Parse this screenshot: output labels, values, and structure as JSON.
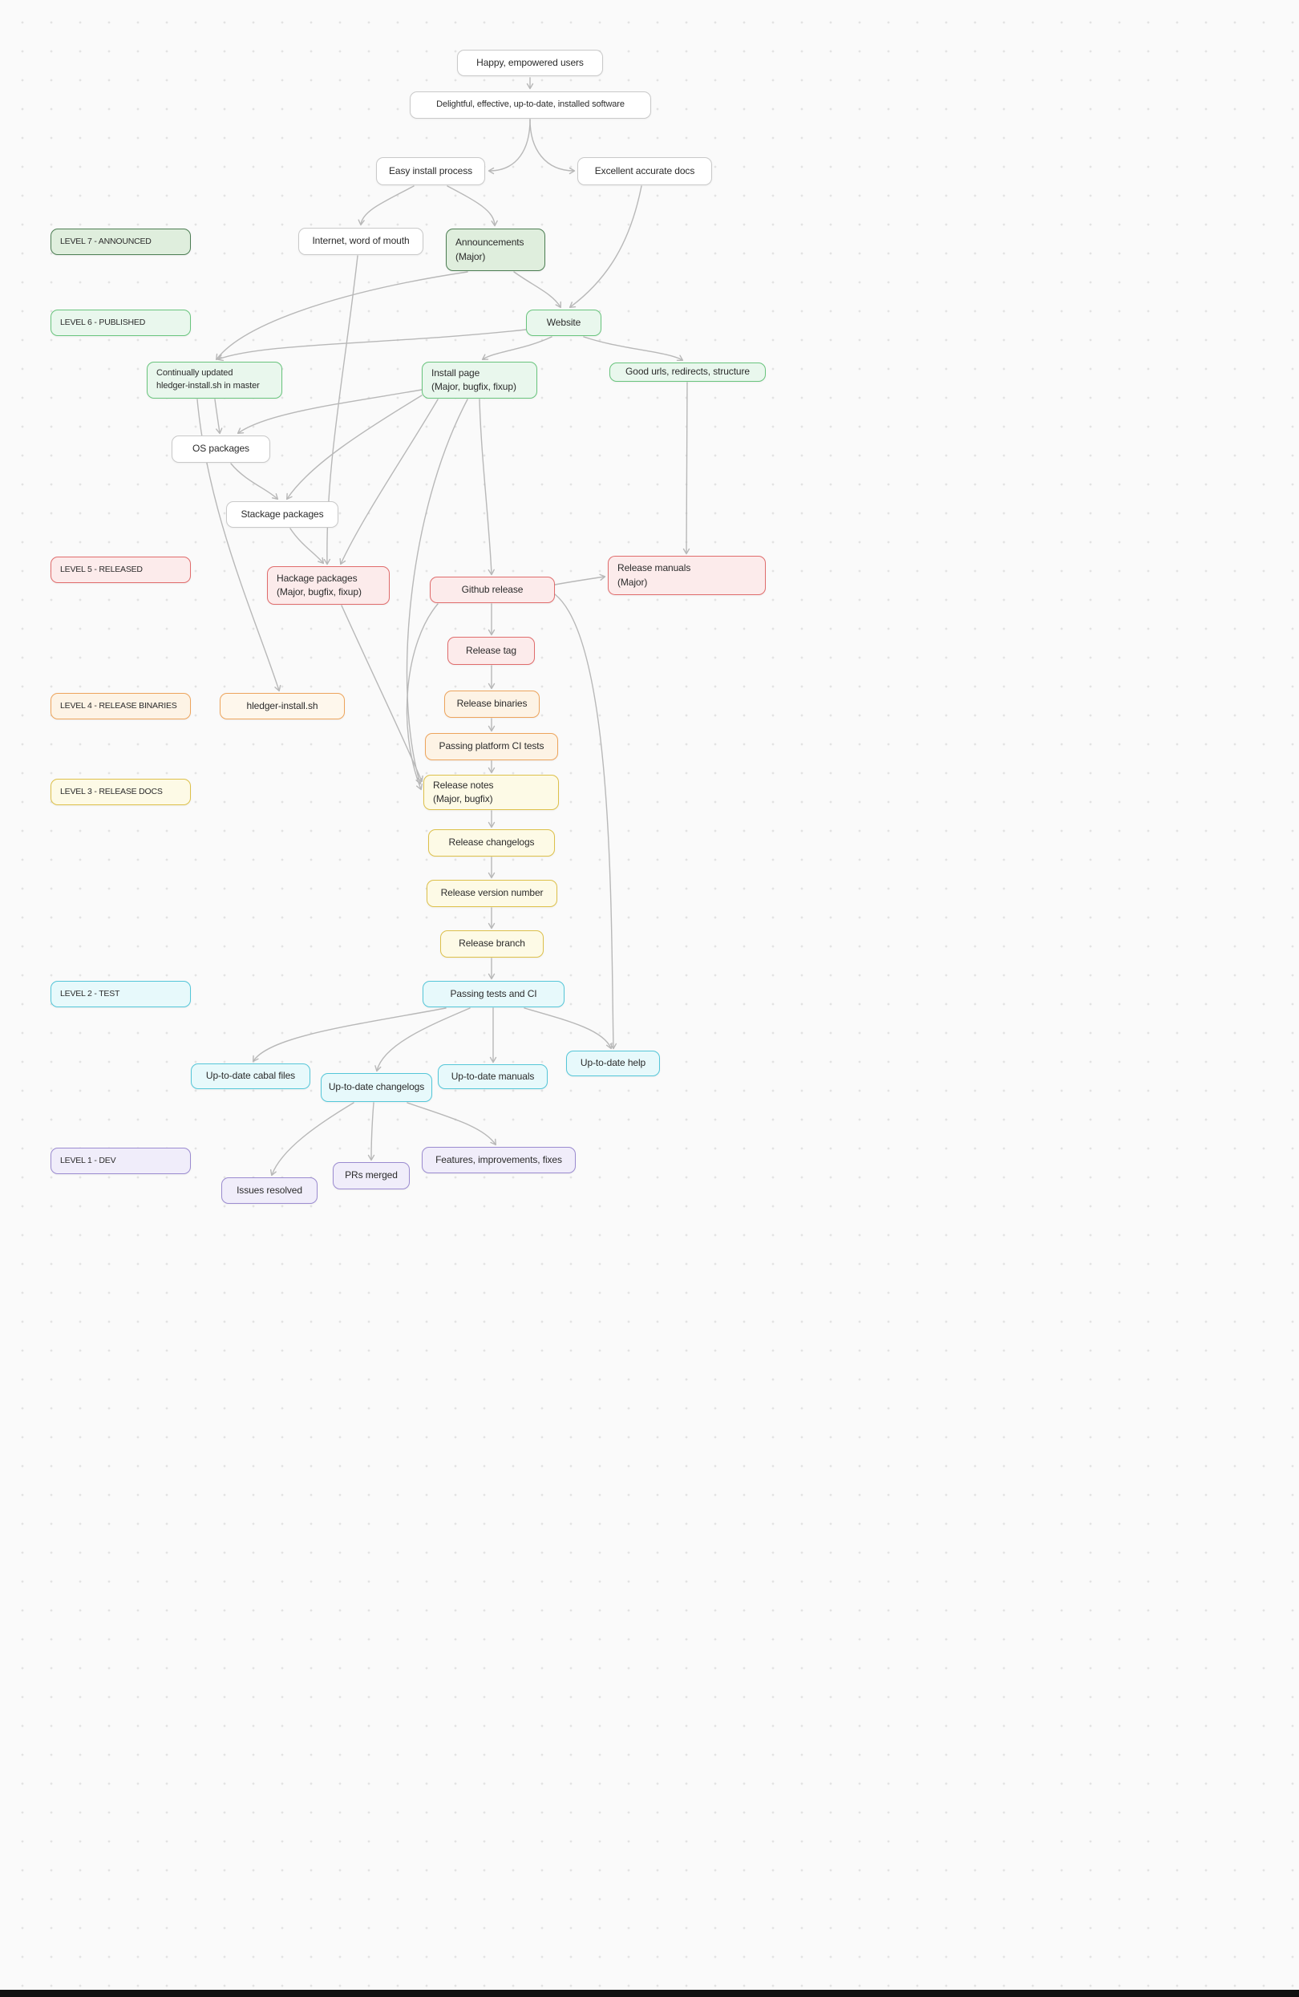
{
  "nodes": {
    "happy": {
      "label": "Happy, empowered users"
    },
    "delightful": {
      "label": "Delightful, effective, up-to-date, installed software"
    },
    "easy_install": {
      "label": "Easy install process"
    },
    "excellent_docs": {
      "label": "Excellent accurate docs"
    },
    "level7": {
      "label": "LEVEL 7 - ANNOUNCED"
    },
    "internet": {
      "label": "Internet, word of mouth"
    },
    "announcements": {
      "label": "Announcements\n(Major)"
    },
    "level6": {
      "label": "LEVEL 6 - PUBLISHED"
    },
    "website": {
      "label": "Website"
    },
    "continually_updated": {
      "label": "Continually updated\nhledger-install.sh in master"
    },
    "install_page": {
      "label": "Install page\n(Major, bugfix, fixup)"
    },
    "good_urls": {
      "label": "Good urls, redirects, structure"
    },
    "os_packages": {
      "label": "OS packages"
    },
    "stackage_packages": {
      "label": "Stackage packages"
    },
    "level5": {
      "label": "LEVEL 5 - RELEASED"
    },
    "hackage_packages": {
      "label": "Hackage packages\n(Major, bugfix, fixup)"
    },
    "github_release": {
      "label": "Github release"
    },
    "release_manuals": {
      "label": "Release manuals\n(Major)"
    },
    "release_tag": {
      "label": "Release tag"
    },
    "level4": {
      "label": "LEVEL 4 - RELEASE BINARIES"
    },
    "hledger_install_sh": {
      "label": "hledger-install.sh"
    },
    "release_binaries": {
      "label": "Release binaries"
    },
    "platform_ci": {
      "label": "Passing platform CI tests"
    },
    "level3": {
      "label": "LEVEL 3 - RELEASE DOCS"
    },
    "release_notes": {
      "label": "Release notes\n(Major, bugfix)"
    },
    "release_changelogs": {
      "label": "Release changelogs"
    },
    "release_version": {
      "label": "Release version number"
    },
    "release_branch": {
      "label": "Release branch"
    },
    "level2": {
      "label": "LEVEL 2 - TEST"
    },
    "passing_tests": {
      "label": "Passing tests and CI"
    },
    "cabal_files": {
      "label": "Up-to-date cabal files"
    },
    "utd_changelogs": {
      "label": "Up-to-date changelogs"
    },
    "utd_manuals": {
      "label": "Up-to-date manuals"
    },
    "utd_help": {
      "label": "Up-to-date help"
    },
    "level1": {
      "label": "LEVEL 1 - DEV"
    },
    "features": {
      "label": "Features, improvements, fixes"
    },
    "prs_merged": {
      "label": "PRs merged"
    },
    "issues_resolved": {
      "label": "Issues resolved"
    }
  },
  "colors": {
    "background": "#fafafa",
    "dot_grid": "#e3e3e3",
    "edge": "#b8b8b8",
    "white_border": "#c9c9c9",
    "level7": "#4c7d53",
    "level6": "#69c47d",
    "level5": "#e06c6c",
    "level4": "#eda45c",
    "level3": "#ddc04a",
    "level2": "#54c6d8",
    "level1": "#9b8bd0"
  }
}
